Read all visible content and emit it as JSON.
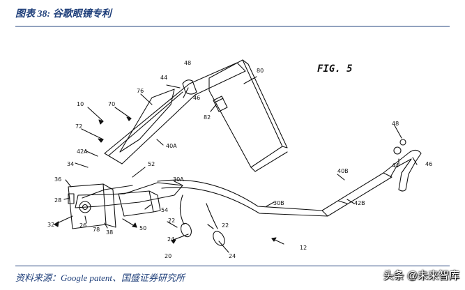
{
  "header": {
    "caption": "图表 38:  谷歌眼镜专利"
  },
  "figure": {
    "fig_label": "FIG. 5",
    "part_numbers": {
      "n10": "10",
      "n70": "70",
      "n72": "72",
      "n76": "76",
      "n44a": "44",
      "n48a": "48",
      "n80": "80",
      "n46a": "46",
      "n82": "82",
      "n40A": "40A",
      "n42A": "42A",
      "n34": "34",
      "n52": "52",
      "n36": "36",
      "n30A": "30A",
      "n28": "28",
      "n54": "54",
      "n32": "32",
      "n26": "26",
      "n78": "78",
      "n38": "38",
      "n50": "50",
      "n22a": "22",
      "n22b": "22",
      "n24a": "24",
      "n24b": "24",
      "n20": "20",
      "n30B": "30B",
      "n40B": "40B",
      "n42B": "42B",
      "n12": "12",
      "n48b": "48",
      "n44b": "44",
      "n46b": "46"
    }
  },
  "footer": {
    "source": "资料来源：Google patent、国盛证券研究所",
    "watermark": "头条 @未来智库"
  }
}
